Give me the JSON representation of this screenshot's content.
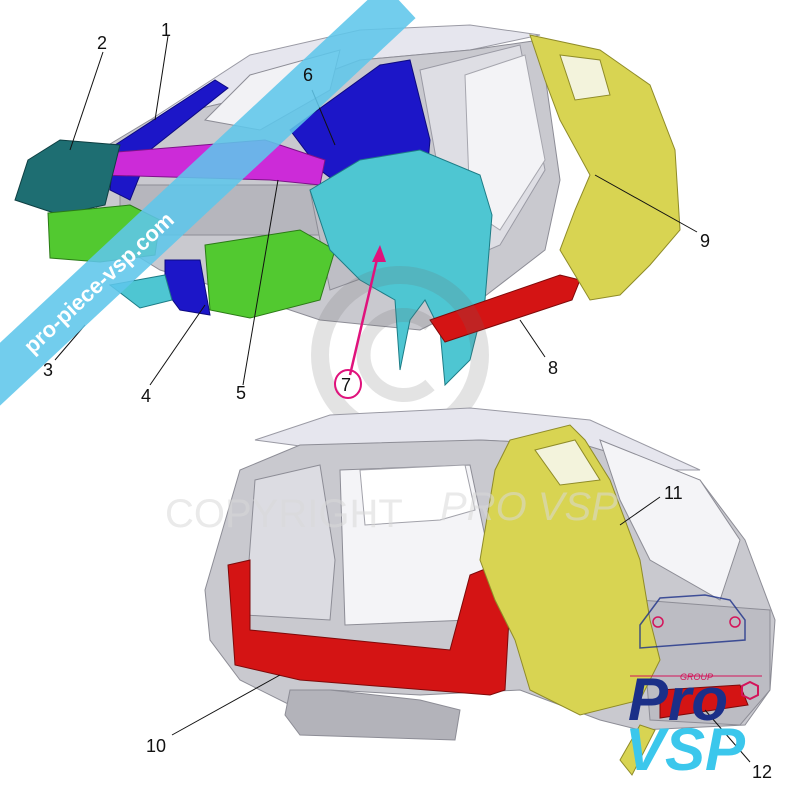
{
  "callouts": [
    {
      "id": "1",
      "label": "1"
    },
    {
      "id": "2",
      "label": "2"
    },
    {
      "id": "3",
      "label": "3"
    },
    {
      "id": "4",
      "label": "4"
    },
    {
      "id": "5",
      "label": "5"
    },
    {
      "id": "6",
      "label": "6"
    },
    {
      "id": "7",
      "label": "7"
    },
    {
      "id": "8",
      "label": "8"
    },
    {
      "id": "9",
      "label": "9"
    },
    {
      "id": "10",
      "label": "10"
    },
    {
      "id": "11",
      "label": "11"
    },
    {
      "id": "12",
      "label": "12"
    }
  ],
  "watermarks": {
    "banner": "pro-piece-vsp.com",
    "copyright": "COPYRIGHT",
    "copyright_brand": "PRO VSP"
  },
  "logo": {
    "word1": "Pro",
    "word2": "VSP",
    "group": "GROUP"
  },
  "colors": {
    "body_grey": "#c9c9cf",
    "roof_light": "#e4e4ec",
    "yellow": "#d8d452",
    "red": "#d41414",
    "cyan": "#4ec6d2",
    "blue": "#1c16c8",
    "magenta": "#cc2bd8",
    "green": "#52c930",
    "teal_dark": "#1e6e72",
    "banner": "#5fc6ea",
    "highlight_pink": "#e0127c"
  }
}
